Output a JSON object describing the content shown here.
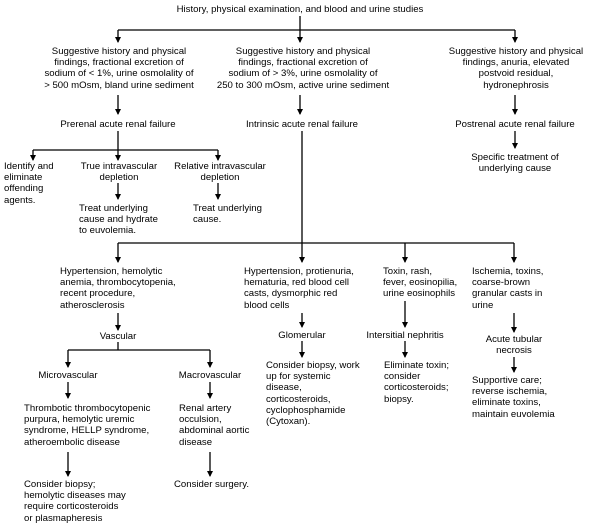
{
  "root": "History, physical examination, and blood and urine studies",
  "findings": {
    "prerenal": "Suggestive history and physical\nfindings, fractional excretion of\nsodium of < 1%, urine osmolality of\n> 500 mOsm, bland urine sediment",
    "intrinsic": "Suggestive history and physical\nfindings, fractional excretion of\nsodium of > 3%, urine osmolality of\n250 to 300 mOsm, active urine sediment",
    "postrenal": "Suggestive history and physical\nfindings, anuria, elevated\npostvoid residual,\nhydronephrosis"
  },
  "prerenal": {
    "title": "Prerenal acute renal failure",
    "identify": "Identify and\neliminate\noffending\nagents.",
    "true_depletion": "True intravascular\ndepletion",
    "true_treat": "Treat underlying\ncause and hydrate\nto euvolemia.",
    "relative_depletion": "Relative intravascular\ndepletion",
    "relative_treat": "Treat underlying\ncause."
  },
  "intrinsic": {
    "title": "Intrinsic acute renal failure",
    "vascular_findings": "Hypertension, hemolytic\nanemia, thrombocytopenia,\nrecent procedure,\natherosclerosis",
    "vascular": "Vascular",
    "microvascular": "Microvascular",
    "micro_dx": "Thrombotic thrombocytopenic\npurpura, hemolytic uremic\nsyndrome, HELLP syndrome,\natheroembolic disease",
    "micro_treat": "Consider biopsy;\nhemolytic diseases may\nrequire corticosteroids\nor plasmapheresis",
    "macrovascular": "Macrovascular",
    "macro_dx": "Renal artery\nocculsion,\nabdominal aortic\ndisease",
    "macro_treat": "Consider surgery.",
    "glomerular_findings": "Hypertension, protienuria,\nhematuria, red blood cell\ncasts, dysmorphic red\nblood cells",
    "glomerular": "Glomerular",
    "glomerular_treat": "Consider biopsy, work\nup for systemic\ndisease,\ncorticosteroids,\ncyclophosphamide\n(Cytoxan).",
    "interstitial_findings": "Toxin, rash,\nfever, eosinopilia,\nurine eosinophils",
    "interstitial": "Intersitial nephritis",
    "interstitial_treat": "Eliminate toxin;\nconsider\ncorticosteroids;\nbiopsy.",
    "atn_findings": "Ischemia, toxins,\ncoarse-brown\ngranular casts in\nurine",
    "atn": "Acute tubular\nnecrosis",
    "atn_treat": "Supportive care;\nreverse ischemia,\neliminate toxins,\nmaintain euvolemia"
  },
  "postrenal": {
    "title": "Postrenal acute renal failure",
    "treat": "Specific treatment of\nunderlying cause"
  }
}
